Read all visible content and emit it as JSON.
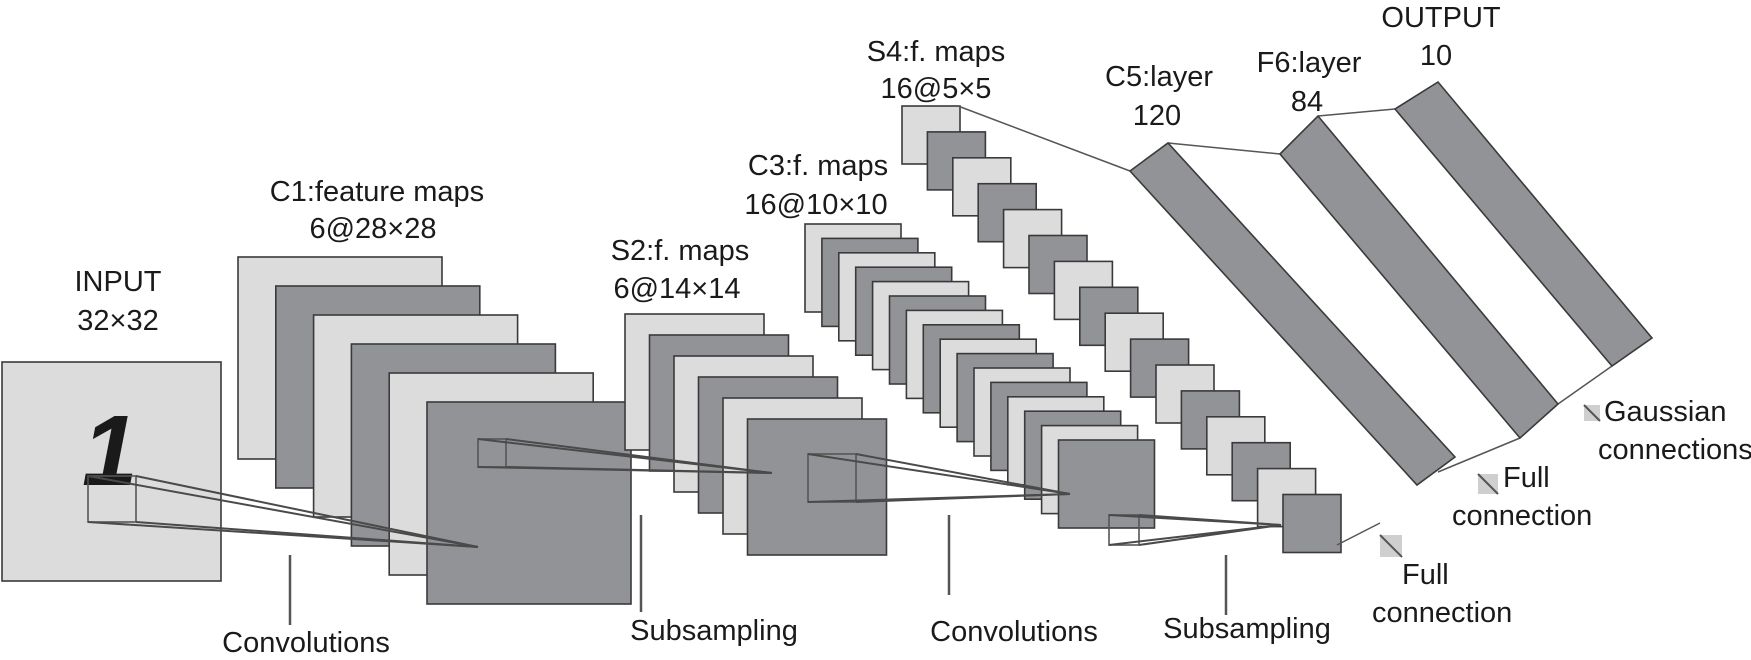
{
  "layers": {
    "input": {
      "title": "INPUT",
      "size": "32×32"
    },
    "c1": {
      "title": "C1:feature maps",
      "size": "6@28×28"
    },
    "s2": {
      "title": "S2:f. maps",
      "size": "6@14×14"
    },
    "c3": {
      "title": "C3:f. maps",
      "size": "16@10×10"
    },
    "s4": {
      "title": "S4:f. maps",
      "size": "16@5×5"
    },
    "c5": {
      "title": "C5:layer",
      "size": "120"
    },
    "f6": {
      "title": "F6:layer",
      "size": "84"
    },
    "output": {
      "title": "OUTPUT",
      "size": "10"
    }
  },
  "operations": {
    "conv1": "Convolutions",
    "sub1": "Subsampling",
    "conv2": "Convolutions",
    "sub2": "Subsampling",
    "full1": [
      "Full",
      "connection"
    ],
    "full2": [
      "Full",
      "connection"
    ],
    "gauss": [
      "Gaussian",
      "connections"
    ]
  },
  "input_digit": "1",
  "colors": {
    "light_map": "#dcdcdc",
    "dark_map": "#929396",
    "stroke": "#3a3a3a"
  }
}
